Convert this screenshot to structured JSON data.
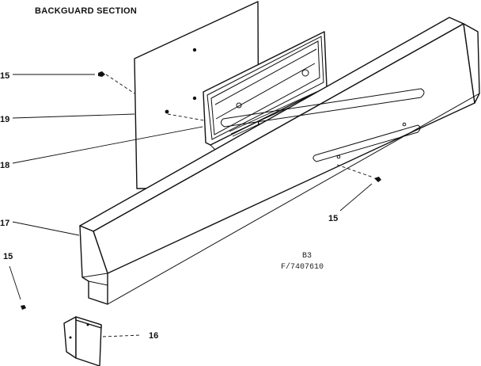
{
  "title": "BACKGUARD SECTION",
  "callouts": {
    "c15_top": "15",
    "c19": "19",
    "c18": "18",
    "c17": "17",
    "c15_right": "15",
    "c15_left": "15",
    "c16": "16"
  },
  "drawing_code": {
    "line1": "B3",
    "line2": "F/7407610"
  }
}
